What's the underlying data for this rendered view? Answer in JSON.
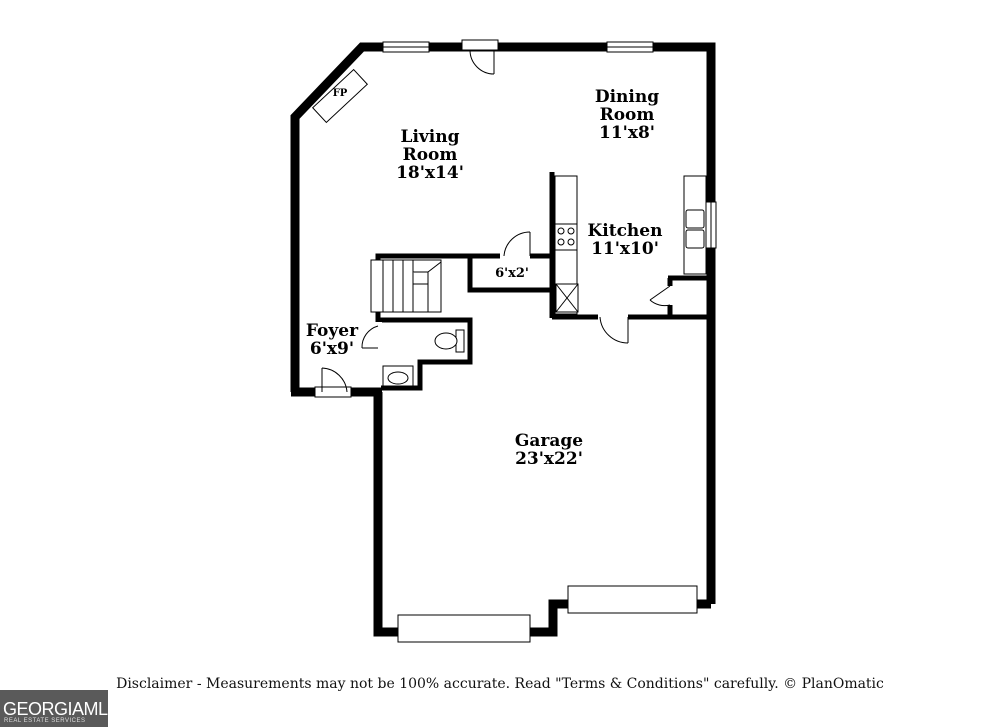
{
  "rooms": {
    "living": {
      "name_line1": "Living",
      "name_line2": "Room",
      "size": "18'x14'"
    },
    "dining": {
      "name_line1": "Dining",
      "name_line2": "Room",
      "size": "11'x8'"
    },
    "kitchen": {
      "name": "Kitchen",
      "size": "11'x10'"
    },
    "foyer": {
      "name": "Foyer",
      "size": "6'x9'"
    },
    "garage": {
      "name": "Garage",
      "size": "23'x22'"
    },
    "closet": {
      "size": "6'x2'"
    },
    "fireplace": {
      "label": "FP"
    }
  },
  "disclaimer": "Disclaimer - Measurements may not be 100% accurate. Read \"Terms & Conditions\" carefully. © PlanOmatic",
  "logo": {
    "text": "GEORGIAMLS",
    "subtext": "REAL ESTATE SERVICES"
  }
}
